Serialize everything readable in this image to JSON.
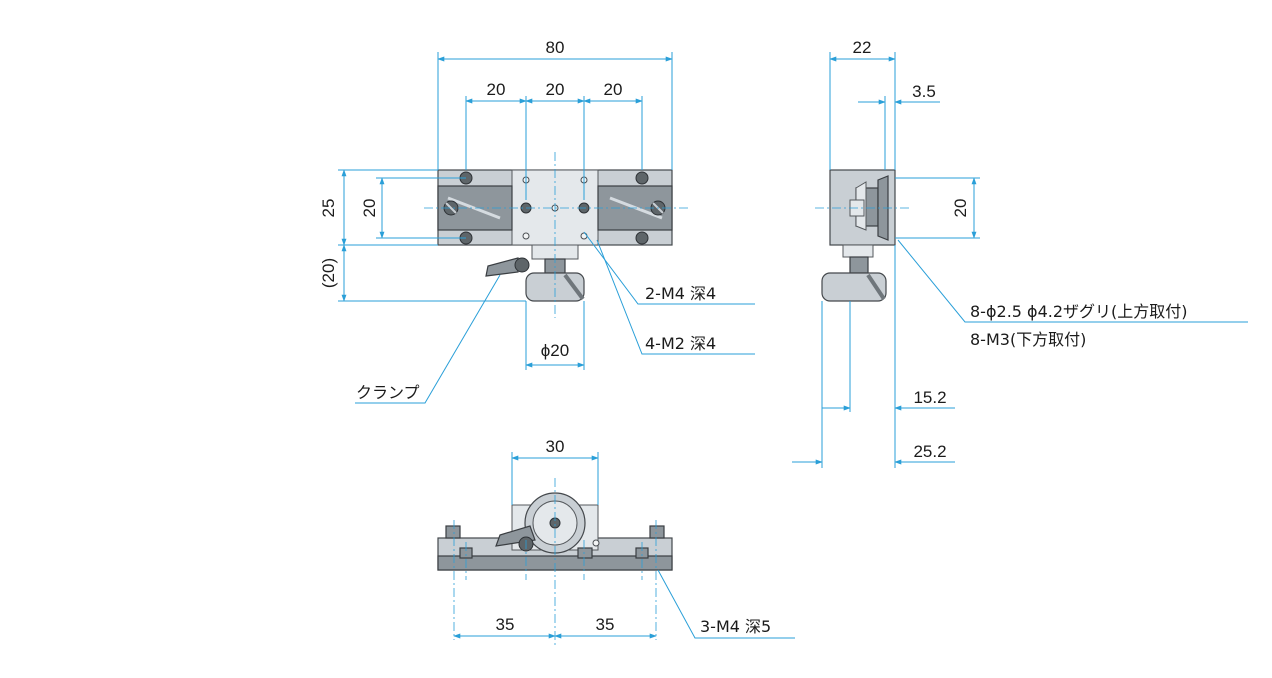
{
  "dimensions": {
    "top_width": "80",
    "top_pitch_left": "20",
    "top_pitch_mid": "20",
    "top_pitch_right": "20",
    "height_total": "25",
    "height_inner": "20",
    "knob_extension": "(20)",
    "knob_diameter": "ϕ20",
    "side_width": "22",
    "side_offset": "3.5",
    "side_height": "20",
    "side_knob_a": "15.2",
    "side_knob_b": "25.2",
    "front_width": "30",
    "front_left": "35",
    "front_right": "35"
  },
  "callouts": {
    "clamp": "クランプ",
    "tap_m4": "2-M4 深4",
    "tap_m2": "4-M2 深4",
    "mount_top": "8-ϕ2.5 ϕ4.2ザグリ(上方取付)",
    "mount_bottom": "8-M3(下方取付)",
    "tap_m4_front": "3-M4 深5"
  },
  "colors": {
    "dimension_line": "#2a9fd8",
    "body": "#c9cfd4",
    "outline": "#44484c"
  }
}
